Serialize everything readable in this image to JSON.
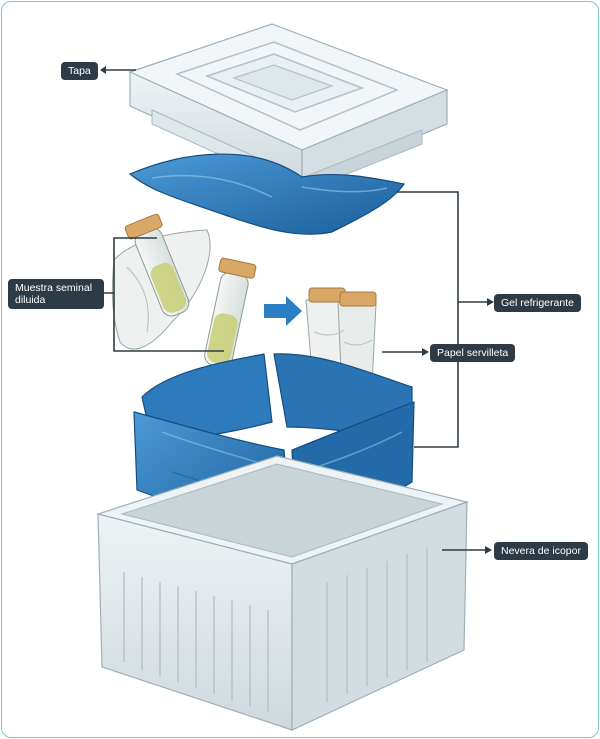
{
  "labels": {
    "lid": "Tapa",
    "sample": "Muestra seminal diluida",
    "gel": "Gel refrigerante",
    "paper": "Papel servilleta",
    "cooler": "Nevera de icopor"
  },
  "colors": {
    "frame_border": "#7fc4d4",
    "label_bg": "#2f3b44",
    "gel_blue": "#1f6fb0",
    "gel_light": "#3e8fd0",
    "foam": "#e6edf0",
    "foam_shadow": "#c7d2d7",
    "cap": "#d9a866",
    "liquid": "#c8cf76",
    "leader_line": "#2f3b44"
  },
  "icons": [
    "arrow-right-icon"
  ]
}
